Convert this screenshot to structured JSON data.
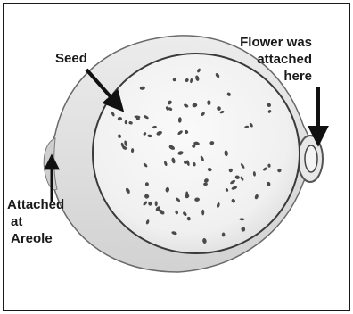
{
  "diagram": {
    "labels": {
      "seed": "Seed",
      "flower_line1": "Flower was",
      "flower_line2": "attached",
      "flower_line3": "here",
      "areole_line1": "Attached",
      "areole_line2": "at",
      "areole_line3": "Areole"
    },
    "colors": {
      "frame": "#1a1a1a",
      "fruit_skin": "#e4e4e4",
      "flesh": "#f6f6f6",
      "seed": "#4a4a4a",
      "arrow": "#111111"
    }
  }
}
